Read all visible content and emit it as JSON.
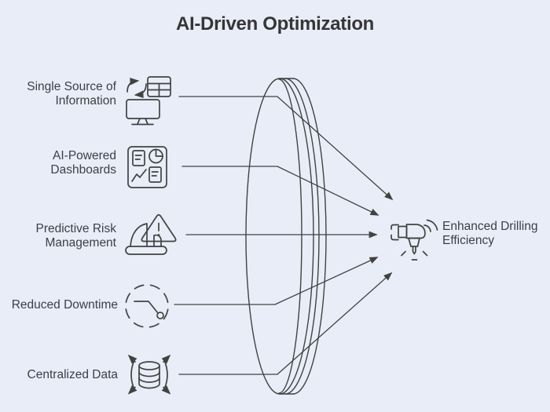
{
  "title": "AI-Driven Optimization",
  "colors": {
    "background": "#e9edf8",
    "stroke": "#424242",
    "text": "#3b3f45"
  },
  "items": [
    {
      "label": "Single Source of Information",
      "icons": [
        "sync-arrows-icon",
        "table-icon",
        "monitor-icon"
      ]
    },
    {
      "label": "AI-Powered Dashboards",
      "icons": [
        "dashboard-icon"
      ]
    },
    {
      "label": "Predictive Risk Management",
      "icons": [
        "warning-triangle-icon",
        "drilling-rig-icon"
      ]
    },
    {
      "label": "Reduced Downtime",
      "icons": [
        "dashed-clock-icon"
      ]
    },
    {
      "label": "Centralized Data",
      "icons": [
        "database-expand-icon"
      ]
    }
  ],
  "result": {
    "label": "Enhanced Drilling Efficiency",
    "icons": [
      "smart-drill-icon"
    ]
  }
}
